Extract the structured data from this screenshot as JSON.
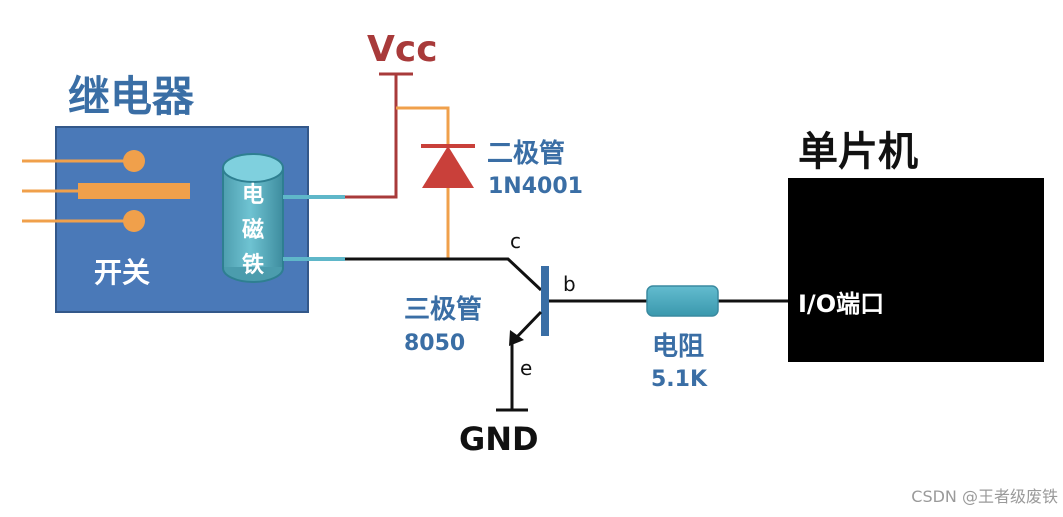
{
  "relay": {
    "title": "继电器",
    "switch_label": "开关",
    "coil_chars": [
      "电",
      "磁",
      "铁"
    ]
  },
  "vcc": {
    "label": "Vcc"
  },
  "diode": {
    "name": "二极管",
    "part": "1N4001"
  },
  "transistor": {
    "name": "三极管",
    "part": "8050",
    "pin_c": "c",
    "pin_b": "b",
    "pin_e": "e"
  },
  "resistor": {
    "name": "电阻",
    "value": "5.1K"
  },
  "mcu": {
    "title": "单片机",
    "port_label": "I/O端口"
  },
  "gnd": {
    "label": "GND"
  },
  "watermark": "CSDN @王者级废铁",
  "colors": {
    "relay_fill": "#4a79b8",
    "relay_stroke": "#33588a",
    "coil_fill": "#5aaebd",
    "orange": "#f0a04b",
    "wire": "#111111",
    "vcc_red": "#a83a3a",
    "diode_red": "#c9403a",
    "transistor_bar": "#3a6ea5",
    "resistor_fill": "#4aa9bf",
    "mcu_fill": "#000000",
    "label_blue": "#3a6ea5"
  }
}
